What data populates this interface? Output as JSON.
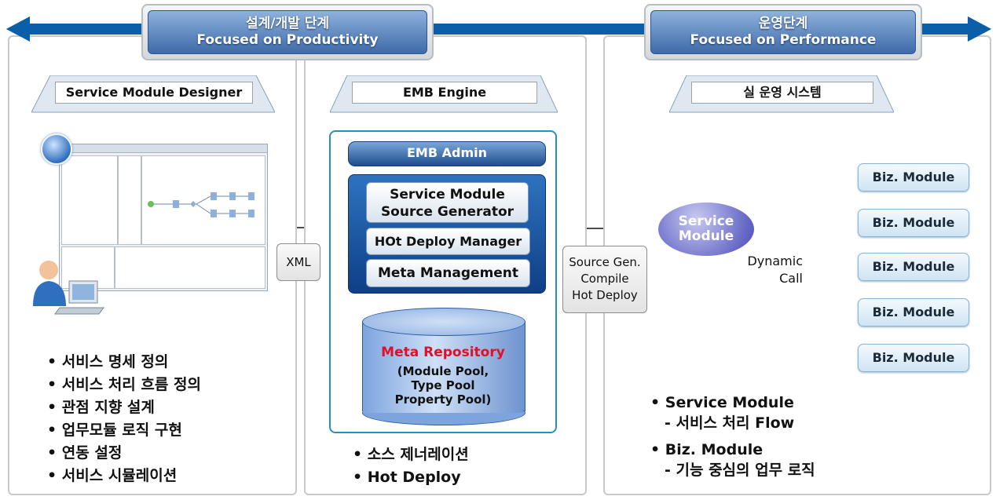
{
  "design_phase": {
    "title_ko": "설계/개발 단계",
    "title_en": "Focused on Productivity"
  },
  "ops_phase": {
    "title_ko": "운영단계",
    "title_en": "Focused on Performance"
  },
  "designer": {
    "label": "Service Module Designer",
    "bullets": [
      "• 서비스 명세 정의",
      "• 서비스 처리 흐름 정의",
      "• 관점 지향 설계",
      "• 업무모듈 로직 구현",
      "• 연동 설정",
      "• 서비스 시뮬레이션"
    ]
  },
  "engine": {
    "label": "EMB Engine",
    "admin": "EMB Admin",
    "components": [
      "Service Module Source Generator",
      "HOt Deploy Manager",
      "Meta Management"
    ],
    "generator_line1": "Service Module",
    "generator_line2": "Source Generator",
    "repository_title": "Meta Repository",
    "repository_line1": "(Module Pool,",
    "repository_line2": "Type Pool",
    "repository_line3": "Property Pool)",
    "bullets": [
      "• 소스 제너레이션",
      "• Hot Deploy"
    ]
  },
  "xml_label": "XML",
  "deploy_box": {
    "line1": "Source Gen.",
    "line2": "Compile",
    "line3": "Hot Deploy"
  },
  "runtime": {
    "label": "실 운영 시스템",
    "service_module_line1": "Service",
    "service_module_line2": "Module",
    "dynamic_line1": "Dynamic",
    "dynamic_line2": "Call",
    "biz_modules": [
      "Biz. Module",
      "Biz. Module",
      "Biz. Module",
      "Biz. Module",
      "Biz. Module"
    ],
    "bullet1": "• Service Module",
    "bullet1_sub": "- 서비스 처리 Flow",
    "bullet2": "• Biz. Module",
    "bullet2_sub": "- 기능 중심의 업무 로직"
  },
  "colors": {
    "accent_blue": "#0a5fa8",
    "repo_title": "#e0102a",
    "banner_blue": "#3e6aa8"
  }
}
